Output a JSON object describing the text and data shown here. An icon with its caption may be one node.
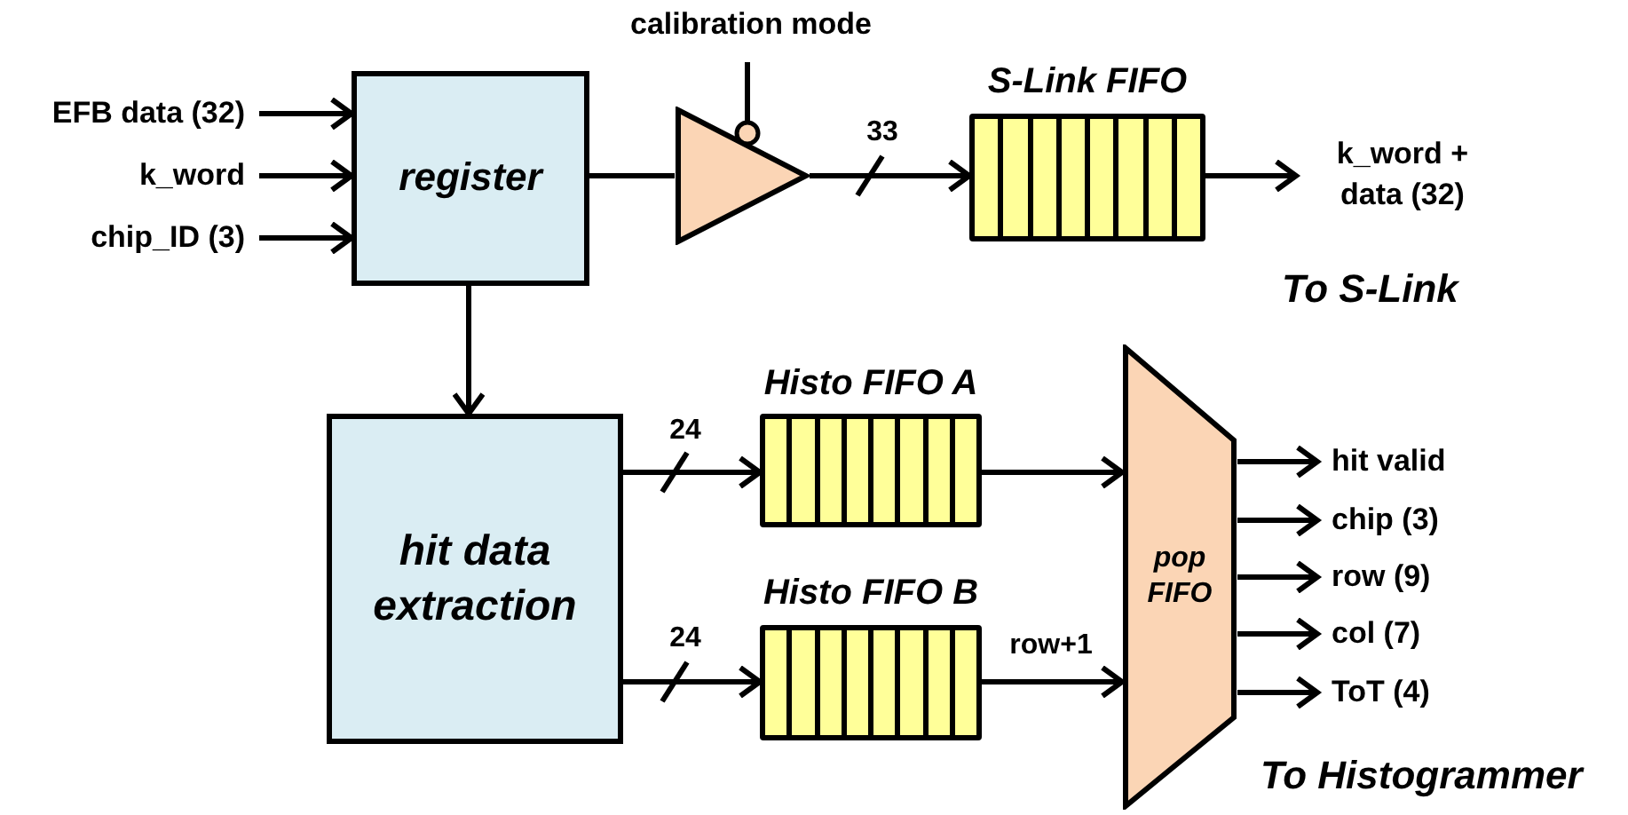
{
  "diagram": {
    "nodes": [
      {
        "text": [
          "EFB data (32)"
        ]
      },
      {
        "text": [
          "k_word"
        ]
      },
      {
        "text": [
          "chip_ID (3)"
        ]
      },
      {
        "text": [
          "register"
        ]
      },
      {
        "text": [],
        "shape": "triangle"
      },
      {
        "text": [
          "calibration mode"
        ]
      },
      {
        "text": [
          "S-Link FIFO"
        ]
      },
      {
        "text": [
          "k_word + data (32)"
        ]
      },
      {
        "text": [
          "hit data extraction"
        ]
      },
      {
        "text": [
          "Histo FIFO A"
        ]
      },
      {
        "text": [
          "Histo FIFO B"
        ]
      },
      {
        "text": [
          "pop FIFO"
        ]
      },
      {
        "text": [
          "hit valid"
        ]
      },
      {
        "text": [
          "chip (3)"
        ]
      },
      {
        "text": [
          "row (9)"
        ]
      },
      {
        "text": [
          "col (7)"
        ]
      },
      {
        "text": [
          "ToT (4)"
        ]
      }
    ],
    "edges": [
      {
        "from": 0,
        "to": 3,
        "arrow": "to"
      },
      {
        "from": 1,
        "to": 3,
        "arrow": "to"
      },
      {
        "from": 2,
        "to": 3,
        "arrow": "to"
      },
      {
        "from": 3,
        "to": 4,
        "arrow": "none"
      },
      {
        "from": 5,
        "to": 4,
        "arrow": "none"
      },
      {
        "from": 4,
        "to": 6,
        "arrow": "to",
        "label": "33"
      },
      {
        "from": 6,
        "to": 7,
        "arrow": "to"
      },
      {
        "from": 3,
        "to": 8,
        "arrow": "to"
      },
      {
        "from": 8,
        "to": 9,
        "arrow": "to",
        "label": "24"
      },
      {
        "from": 8,
        "to": 10,
        "arrow": "to",
        "label": "24"
      },
      {
        "from": 9,
        "to": 11,
        "arrow": "to"
      },
      {
        "from": 10,
        "to": 11,
        "arrow": "to",
        "label": "row+1"
      },
      {
        "from": 11,
        "to": 12,
        "arrow": "to"
      },
      {
        "from": 11,
        "to": 13,
        "arrow": "to"
      },
      {
        "from": 11,
        "to": 14,
        "arrow": "to"
      },
      {
        "from": 11,
        "to": 15,
        "arrow": "to"
      },
      {
        "from": 11,
        "to": 16,
        "arrow": "to"
      }
    ],
    "labels": [
      "To S-Link",
      "To Histogrammer"
    ]
  }
}
